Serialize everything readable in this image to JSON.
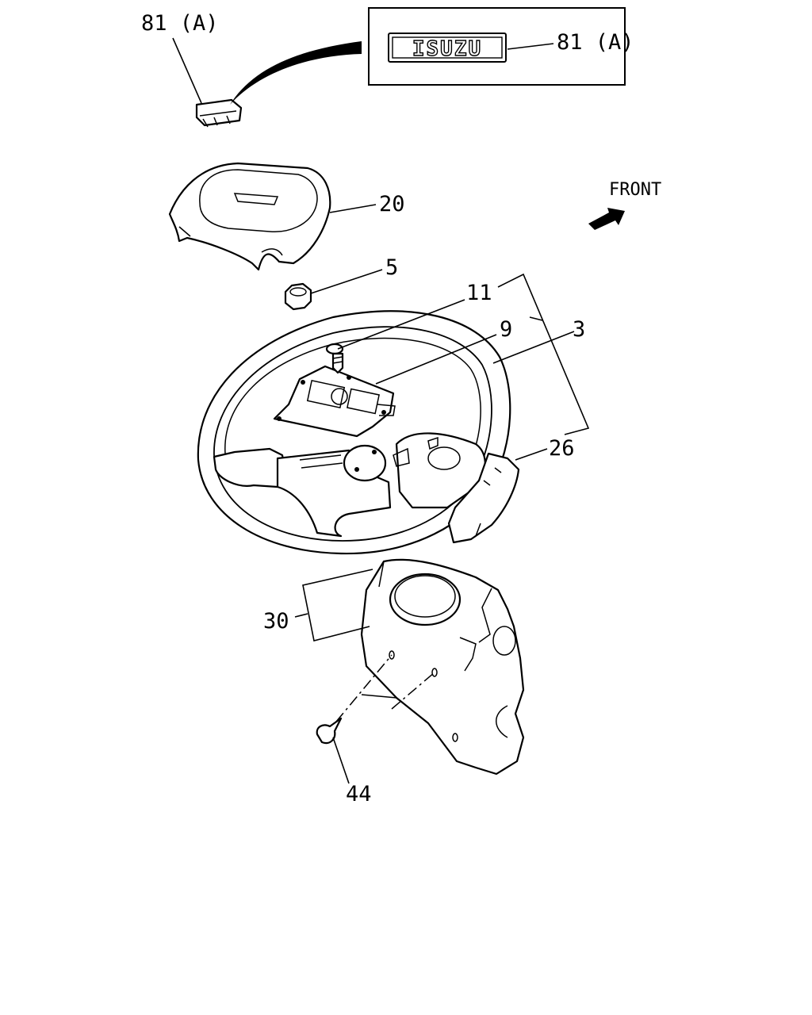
{
  "labels": {
    "emblem_callout": "81 (A)",
    "emblem_box_callout": "81 (A)",
    "emblem_text": "ISUZU",
    "front": "FRONT",
    "horn_pad": "20",
    "nut": "5",
    "screw": "11",
    "plate": "9",
    "wheel": "3",
    "cover": "26",
    "column_cover": "30",
    "tapping_screw": "44"
  },
  "icons": {
    "front_arrow": "arrow-right-icon"
  }
}
